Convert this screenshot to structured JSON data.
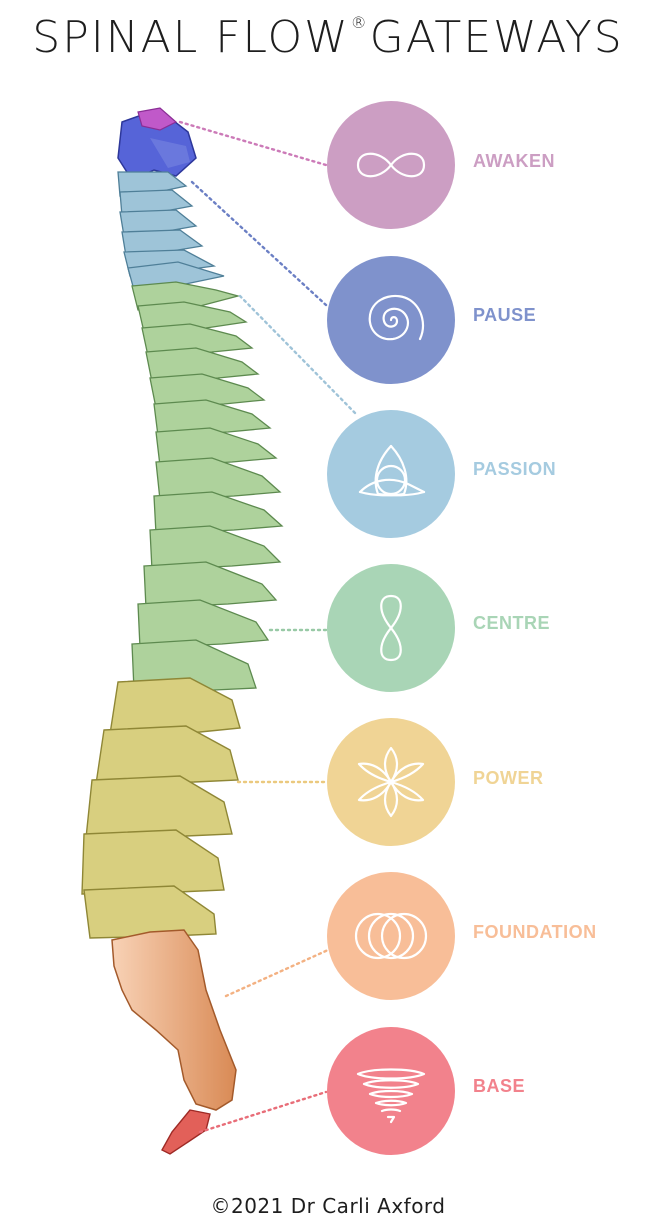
{
  "title": {
    "main": "SPINAL FLOW",
    "registered": "®",
    "sub": "GATEWAYS"
  },
  "gateways": [
    {
      "label": "AWAKEN",
      "color": "#cc9ec3",
      "icon": "infinity-icon"
    },
    {
      "label": "PAUSE",
      "color": "#7f92cc",
      "icon": "spiral-icon"
    },
    {
      "label": "PASSION",
      "color": "#a5cbe0",
      "icon": "triquetra-icon"
    },
    {
      "label": "CENTRE",
      "color": "#a9d5b6",
      "icon": "figure-eight-icon"
    },
    {
      "label": "POWER",
      "color": "#f0d495",
      "icon": "flower-icon"
    },
    {
      "label": "FOUNDATION",
      "color": "#f8be98",
      "icon": "interlocking-rings-icon"
    },
    {
      "label": "BASE",
      "color": "#f2828c",
      "icon": "vortex-icon"
    }
  ],
  "spine_colors": {
    "atlas": "#4b59d6",
    "cervical": "#9ec4d8",
    "thoracic": "#aed29c",
    "lumbar": "#d8cf7f",
    "sacrum": "#f2b68d",
    "coccyx": "#e26059"
  },
  "footer": "©2021 Dr Carli Axford"
}
